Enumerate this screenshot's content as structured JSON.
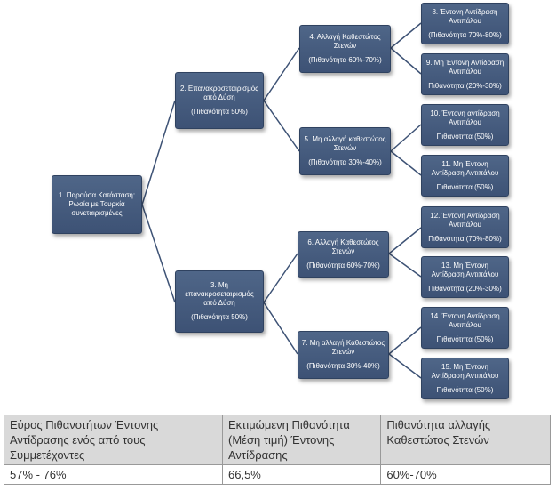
{
  "nodes": {
    "n1": {
      "title": "1. Παρούσα Κατάσταση: Ρωσία με Τουρκία συνεταιρισμένες",
      "prob": ""
    },
    "n2": {
      "title": "2. Επανακροσεταιρισμός από Δύση",
      "prob": "(Πιθανότητα 50%)"
    },
    "n3": {
      "title": "3. Μη επανακροσεταιρισμός από Δύση",
      "prob": "(Πιθανότητα 50%)"
    },
    "n4": {
      "title": "4. Αλλαγή Καθεστώτος Στενών",
      "prob": "(Πιθανότητα 60%-70%)"
    },
    "n5": {
      "title": "5. Μη αλλαγή καθεστώτος Στενών",
      "prob": "(Πιθανότητα 30%-40%)"
    },
    "n6": {
      "title": "6. Αλλαγή Καθεστώτος Στενών",
      "prob": "(Πιθανότητα 60%-70%)"
    },
    "n7": {
      "title": "7. Μη αλλαγή Καθεστώτος Στενών",
      "prob": "(Πιθανότητα 30%-40%)"
    },
    "n8": {
      "title": "8. Έντονη Αντίδραση Αντιπάλου",
      "prob": "(Πιθανότητα 70%-80%)"
    },
    "n9": {
      "title": "9. Μη Έντονη Αντίδραση Αντιπάλου",
      "prob": "Πιθανότητα (20%-30%)"
    },
    "n10": {
      "title": "10. Έντονη αντίδραση Αντιπάλου",
      "prob": "Πιθανότητα (50%)"
    },
    "n11": {
      "title": "11. Μη Έντονη Αντίδραση Αντιπάλου",
      "prob": "Πιθανότητα (50%)"
    },
    "n12": {
      "title": "12. Έντονη Αντίδραση Αντιπάλου",
      "prob": "Πιθανότητα (70%-80%)"
    },
    "n13": {
      "title": "13. Μη Έντονη Αντίδραση Αντιπάλου",
      "prob": "Πιθανότητα (20%-30%)"
    },
    "n14": {
      "title": "14. Έντονη Αντίδραση Αντιπάλου",
      "prob": "Πιθανότητα (50%)"
    },
    "n15": {
      "title": "15. Μη Έντονη Αντίδραση Αντιπάλου",
      "prob": "Πιθανότητα (50%)"
    }
  },
  "table": {
    "headers": [
      "Εύρος Πιθανοτήτων Έντονης Αντίδρασης ενός από τους Συμμετέχοντες",
      "Εκτιμώμενη Πιθανότητα (Μέση τιμή) Έντονης Αντίδρασης",
      "Πιθανότητα αλλαγής Καθεστώτος Στενών"
    ],
    "values": [
      "57% - 76%",
      "66,5%",
      "60%-70%"
    ]
  },
  "colors": {
    "node": "#465d80",
    "line": "#3d5275"
  }
}
